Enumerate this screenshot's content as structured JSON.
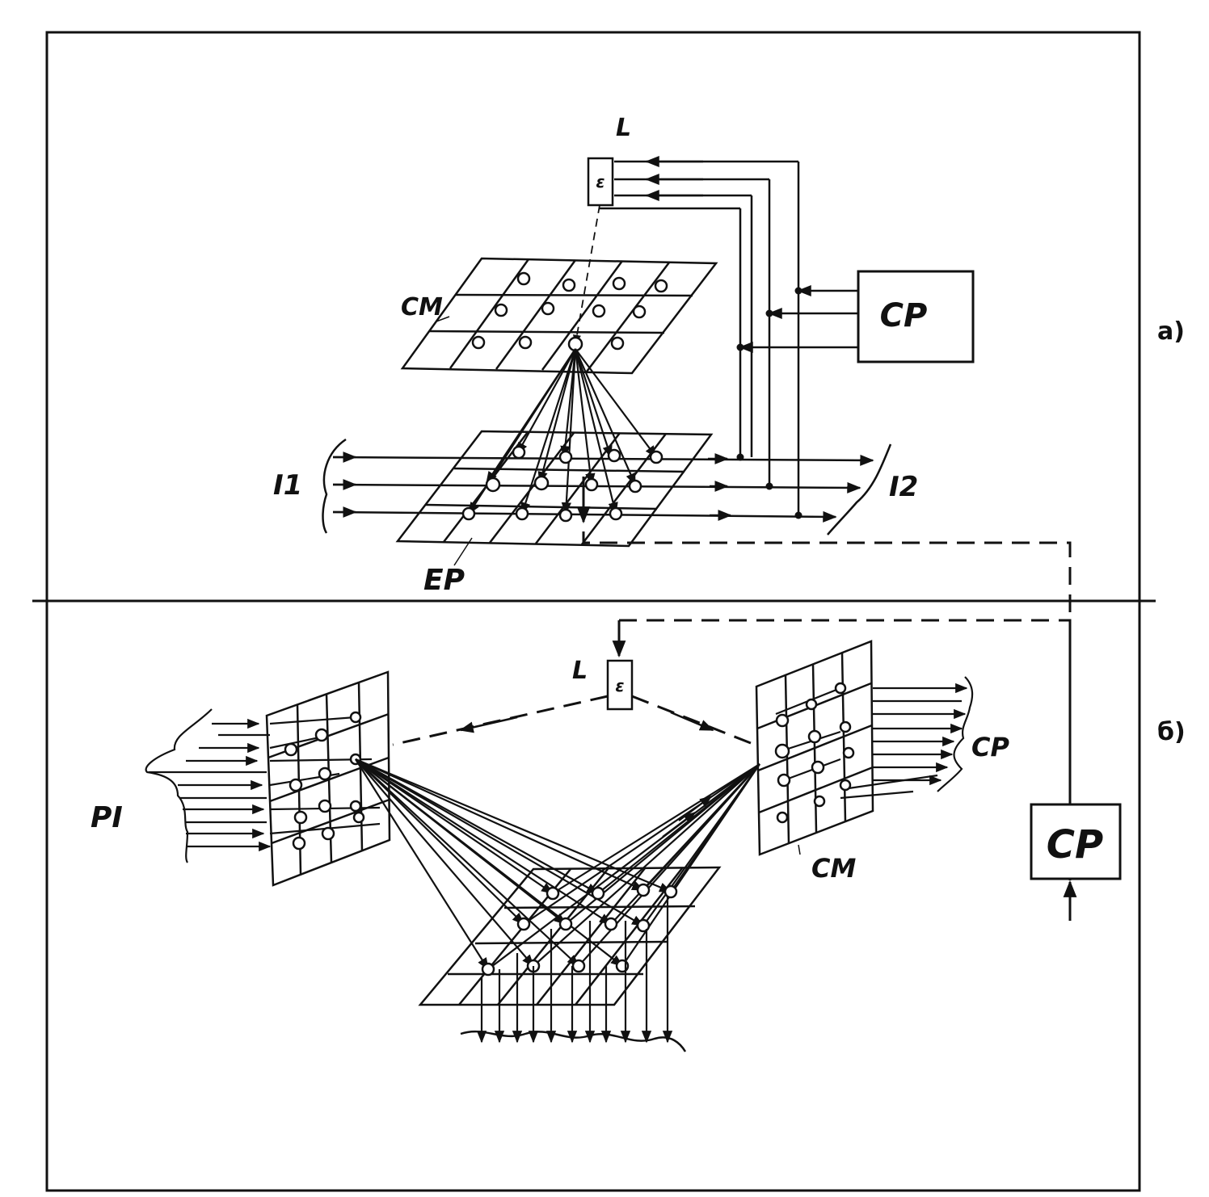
{
  "panel_a": {
    "panel_label": "а)",
    "source_label": "L",
    "source_glyph": "ε",
    "top_matrix_label": "CM",
    "bottom_matrix_label": "EP",
    "input_label": "I1",
    "output_label": "I2",
    "control_block_label": "CP"
  },
  "panel_b": {
    "panel_label": "б)",
    "source_label": "L",
    "source_glyph": "ε",
    "left_label": "PI",
    "right_label": "CP",
    "right_matrix_label": "CM",
    "control_block_label": "CP"
  },
  "colors": {
    "ink": "#111111",
    "paper": "#ffffff"
  }
}
